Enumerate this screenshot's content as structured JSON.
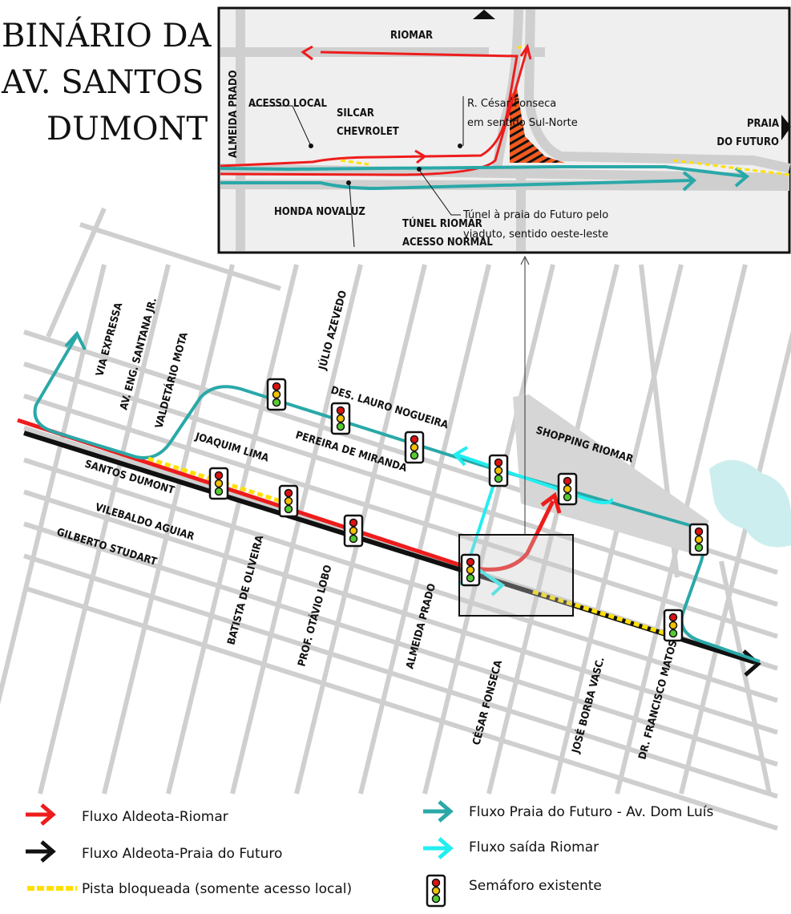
{
  "title": {
    "line1": "BINÁRIO DA",
    "line2": "AV. SANTOS",
    "line3": "DUMONT"
  },
  "inset": {
    "riomar": "RIOMAR",
    "almeida_prado": "ALMEIDA PRADO",
    "acesso_local": "ACESSO LOCAL",
    "silcar": "SILCAR",
    "chevrolet": "CHEVROLET",
    "cesar_fonseca_1": "R. César Fonseca",
    "cesar_fonseca_2": "em sentido Sul-Norte",
    "praia": "PRAIA",
    "do_futuro": "DO FUTURO",
    "honda": "HONDA NOVALUZ",
    "tunel_1": "TÚNEL RIOMAR",
    "tunel_2": "ACESSO NORMAL",
    "viaduto_1": "Túnel à praia do Futuro pelo",
    "viaduto_2": "viaduto, sentido oeste-leste"
  },
  "streets": {
    "via_expressa": "VIA EXPRESSA",
    "eng_santana": "AV. ENG. SANTANA JR.",
    "valdetario": "VALDETÁRIO MOTA",
    "julio": "JÚLIO AZEVEDO",
    "lauro": "DES. LAURO NOGUEIRA",
    "joaquim": "JOAQUIM LIMA",
    "pereira": "PEREIRA DE MIRANDA",
    "santos_dumont": "SANTOS DUMONT",
    "vilebaldo": "VILEBALDO AGUIAR",
    "gilberto": "GILBERTO STUDART",
    "shopping": "SHOPPING RIOMAR",
    "batista": "BATISTA DE OLIVEIRA",
    "otavio": "PROF. OTÁVIO LOBO",
    "almeida": "ALMEIDA PRADO",
    "cesar": "CÉSAR FONSECA",
    "borba": "JOSÉ BORBA VASC.",
    "matos": "DR. FRANCISCO MATOS"
  },
  "legend": [
    {
      "label": "Fluxo Aldeota-Riomar",
      "color": "#ee1c1c"
    },
    {
      "label": "Fluxo Aldeota-Praia do Futuro",
      "color": "#111111"
    },
    {
      "label": "Pista bloqueada (somente acesso local)",
      "color": "#ffe000"
    },
    {
      "label": "Fluxo Praia do Futuro - Av. Dom Luís",
      "color": "#2aa8a8"
    },
    {
      "label": "Fluxo saída Riomar",
      "color": "#22eef0"
    },
    {
      "label": "Semáforo existente",
      "icon": "traffic-light-icon"
    }
  ],
  "colors": {
    "red": "#ee1c1c",
    "black": "#111111",
    "teal": "#2aa8a8",
    "cyan": "#22eef0",
    "yellow": "#ffe000",
    "road": "#cfcfcf",
    "orange": "#f25a1e"
  }
}
